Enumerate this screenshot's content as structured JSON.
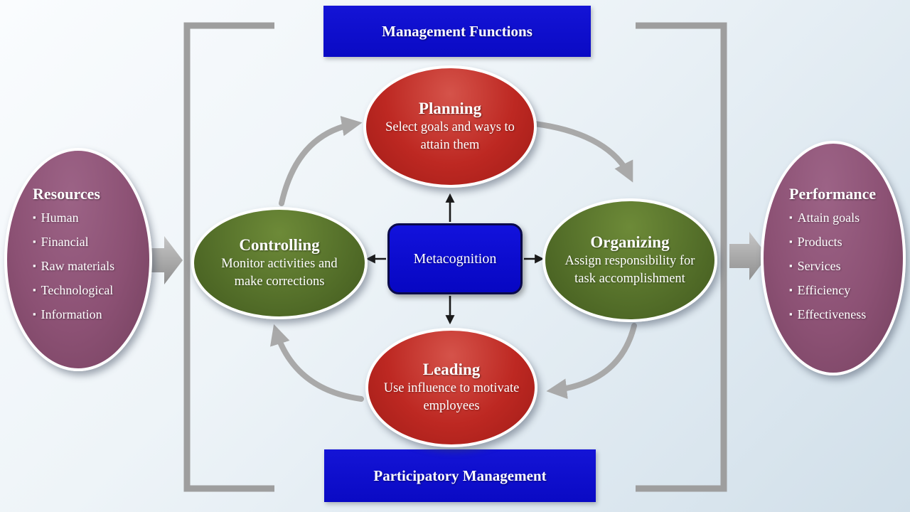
{
  "banners": {
    "top": "Management Functions",
    "bottom": "Participatory Management"
  },
  "center": {
    "label": "Metacognition"
  },
  "functions": [
    {
      "title": "Planning",
      "desc": "Select goals and ways to attain them",
      "color": "#bd2822"
    },
    {
      "title": "Organizing",
      "desc": "Assign responsibility for task accomplishment",
      "color": "#55702a"
    },
    {
      "title": "Leading",
      "desc": "Use influence to motivate employees",
      "color": "#bd2822"
    },
    {
      "title": "Controlling",
      "desc": "Monitor activities and make corrections",
      "color": "#55702a"
    }
  ],
  "resources": {
    "title": "Resources",
    "items": [
      "Human",
      "Financial",
      "Raw materials",
      "Technological",
      "Information"
    ]
  },
  "performance": {
    "title": "Performance",
    "items": [
      "Attain goals",
      "Products",
      "Services",
      "Efficiency",
      "Effectiveness"
    ]
  },
  "flow": {
    "cycle_order": [
      "Planning",
      "Organizing",
      "Leading",
      "Controlling"
    ],
    "input_arrow": "Resources → Management Functions",
    "output_arrow": "Management Functions → Performance"
  },
  "colors": {
    "banner_blue": "#0a0ac4",
    "center_blue": "#0707c2",
    "node_red": "#bd2822",
    "node_green": "#55702a",
    "side_purple": "#8c5174",
    "arrow_gray": "#a9a9a9",
    "bracket_gray": "#9e9e9e",
    "background": "#dde8f0"
  }
}
